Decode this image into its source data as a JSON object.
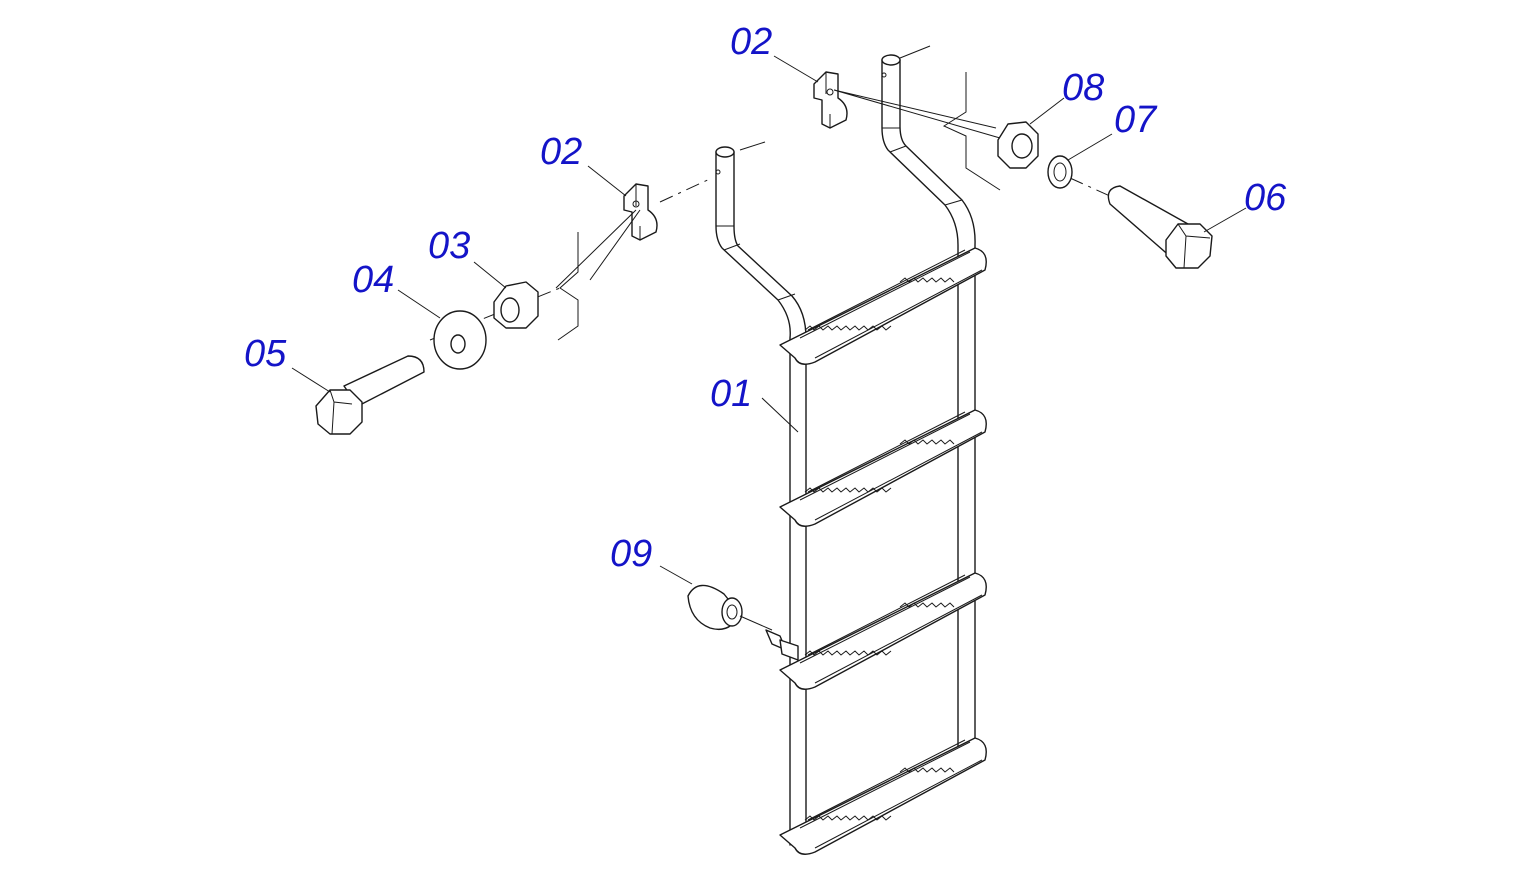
{
  "callouts": {
    "c01": "01",
    "c02_left": "02",
    "c02_right": "02",
    "c03": "03",
    "c04": "04",
    "c05": "05",
    "c06": "06",
    "c07": "07",
    "c08": "08",
    "c09": "09"
  },
  "colors": {
    "callout": "#1414c8",
    "line": "#1a1a1a"
  }
}
